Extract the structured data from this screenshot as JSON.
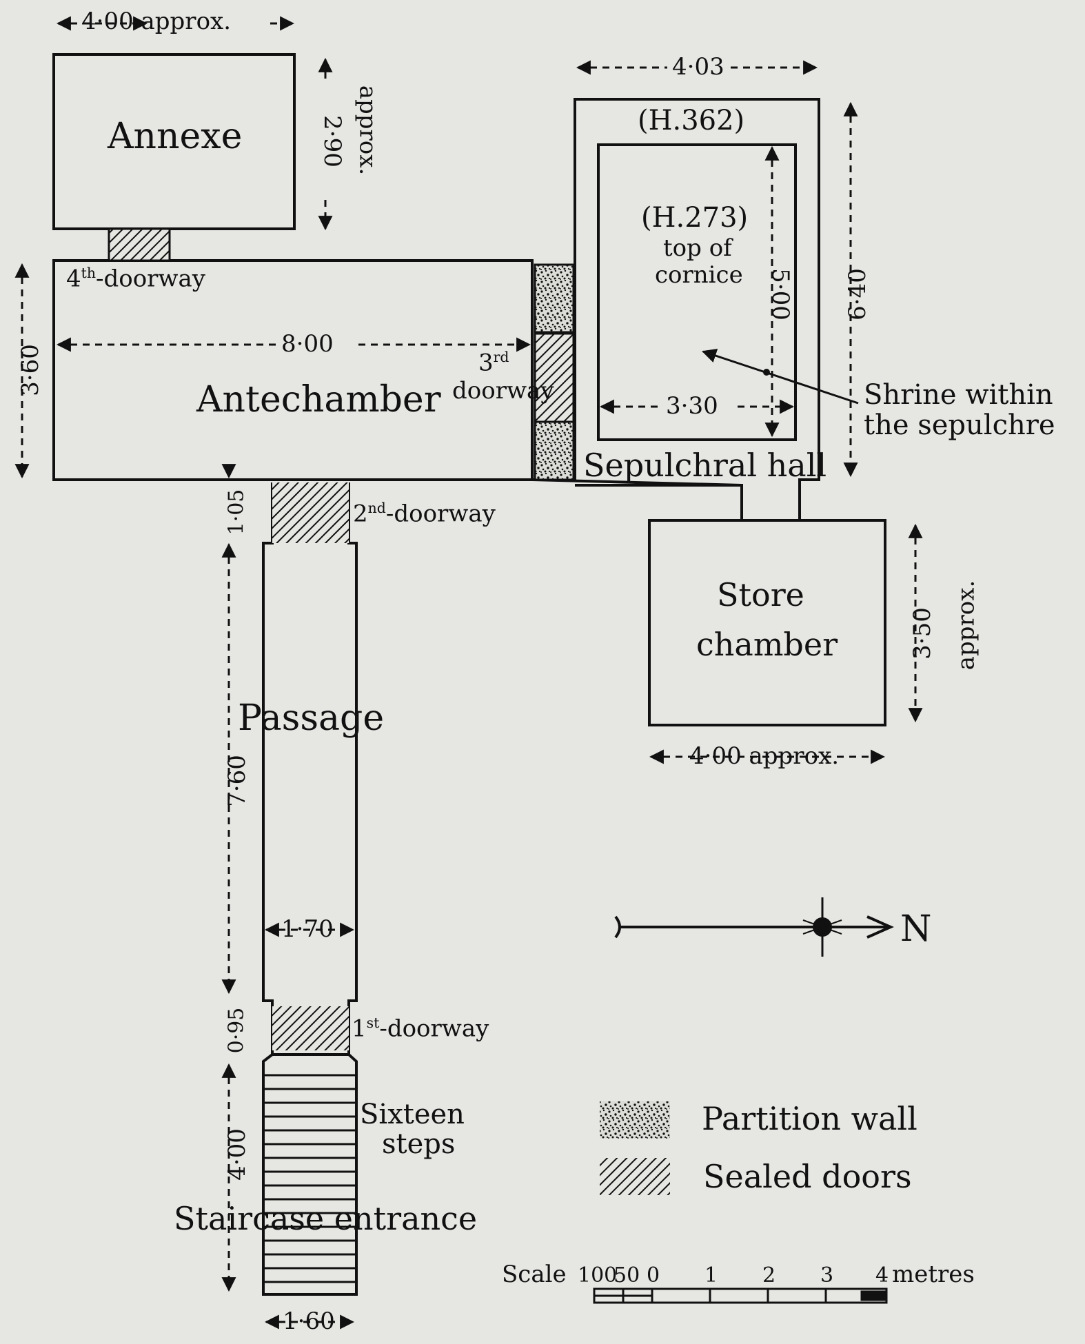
{
  "rooms": {
    "annexe": "Annexe",
    "antechamber": "Antechamber",
    "passage": "Passage",
    "store_chamber_line1": "Store",
    "store_chamber_line2": "chamber",
    "sepulchral_hall": "Sepulchral hall",
    "staircase_entrance": "Staircase entrance",
    "sixteen_steps_line1": "Sixteen",
    "sixteen_steps_line2": "steps"
  },
  "annotations": {
    "h362": "(H.362)",
    "h273": "(H.273)",
    "top_of": "top of",
    "cornice": "cornice",
    "shrine_line1": "Shrine within",
    "shrine_line2": "the sepulchre"
  },
  "doorways": {
    "first_num": "1",
    "first_sup": "st",
    "first_text": "doorway",
    "second_num": "2",
    "second_sup": "nd",
    "second_text": "doorway",
    "third_num": "3",
    "third_sup": "rd",
    "third_text": "doorway",
    "fourth_num": "4",
    "fourth_sup": "th",
    "fourth_text": "doorway"
  },
  "dimensions": {
    "annexe_width": "4·00 approx.",
    "annexe_height_value": "2·90",
    "annexe_height_note": "approx.",
    "hall_width": "4·03",
    "hall_height": "6·40",
    "shrine_height": "5·00",
    "shrine_width": "3·30",
    "antechamber_width": "8·00",
    "antechamber_height": "3·60",
    "door2_depth": "1·05",
    "passage_length": "7·60",
    "passage_width": "1·70",
    "door1_depth": "0·95",
    "stairs_length": "4·00",
    "stairs_width": "1·60",
    "store_height_value": "3·50",
    "store_height_note": "approx.",
    "store_width": "4·00 approx."
  },
  "legend": {
    "partition_wall": "Partition wall",
    "sealed_doors": "Sealed doors"
  },
  "compass": {
    "north": "N"
  },
  "scale": {
    "label": "Scale",
    "ticks": [
      "100",
      "50",
      "0",
      "1",
      "2",
      "3",
      "4"
    ],
    "unit": "metres"
  }
}
